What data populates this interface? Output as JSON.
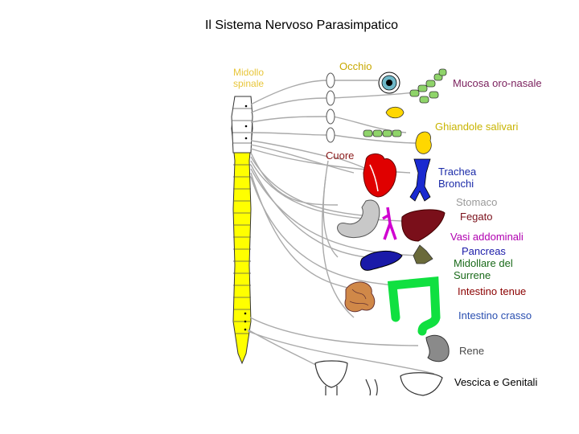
{
  "title": "Il Sistema Nervoso Parasimpatico",
  "labels": {
    "midollo": "Midollo\nspinale",
    "occhio": "Occhio",
    "mucosa": "Mucosa oro-nasale",
    "ghiandole": "Ghiandole salivari",
    "cuore": "Cuore",
    "trachea": "Trachea\nBronchi",
    "stomaco": "Stomaco",
    "fegato": "Fegato",
    "vasi": "Vasi addominali",
    "pancreas": "Pancreas",
    "midollare": "Midollare del\nSurrene",
    "intestino_tenue": "Intestino tenue",
    "intestino_crasso": "Intestino crasso",
    "rene": "Rene",
    "vescica": "Vescica e Genitali"
  },
  "colors": {
    "midollo": "#e8c63a",
    "occhio": "#c8a800",
    "mucosa": "#7a1f5c",
    "ghiandole": "#c8b400",
    "cuore": "#8b1a1a",
    "trachea": "#1a2aa8",
    "stomaco": "#9a9a9a",
    "fegato": "#7a0f1a",
    "vasi": "#b000b0",
    "pancreas": "#1a1aa8",
    "midollare": "#1a6a1a",
    "intestino_tenue": "#8b0000",
    "intestino_crasso": "#2a4fb0",
    "rene": "#4a4a4a",
    "vescica": "#000000"
  }
}
